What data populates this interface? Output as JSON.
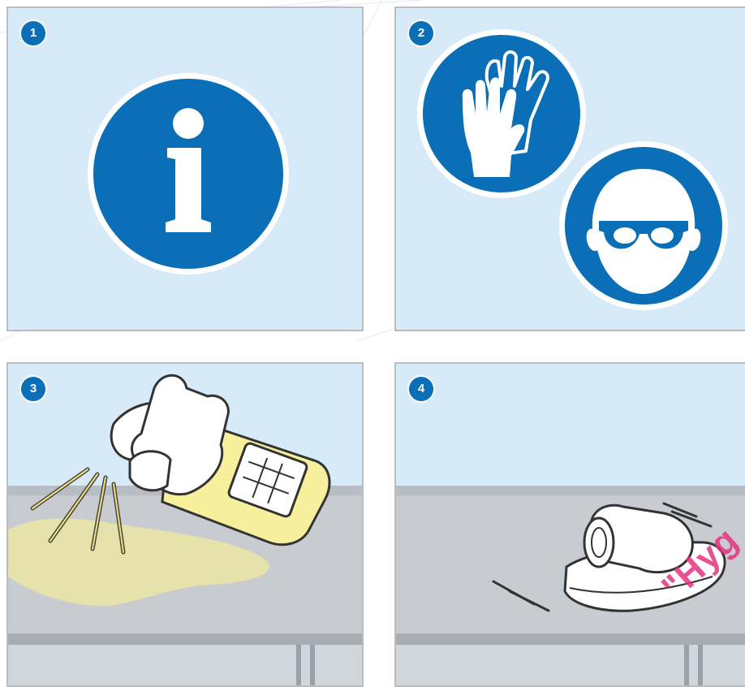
{
  "colors": {
    "panel_bg": "#d6ebf7",
    "sign_blue": "#0a6fb6",
    "panel_border": "#b9bcc0",
    "counter": "#c8ccd0",
    "spill": "#ece7a0",
    "watermark": "#e5337f"
  },
  "steps": [
    {
      "number": "1",
      "icon": "information-sign-icon"
    },
    {
      "number": "2",
      "icon": "gloves-and-goggles-sign-icon"
    },
    {
      "number": "3",
      "icon": "spray-bottle-cleaning-icon"
    },
    {
      "number": "4",
      "icon": "wipe-cloth-icon"
    }
  ],
  "watermark_text": "\"Hyg"
}
